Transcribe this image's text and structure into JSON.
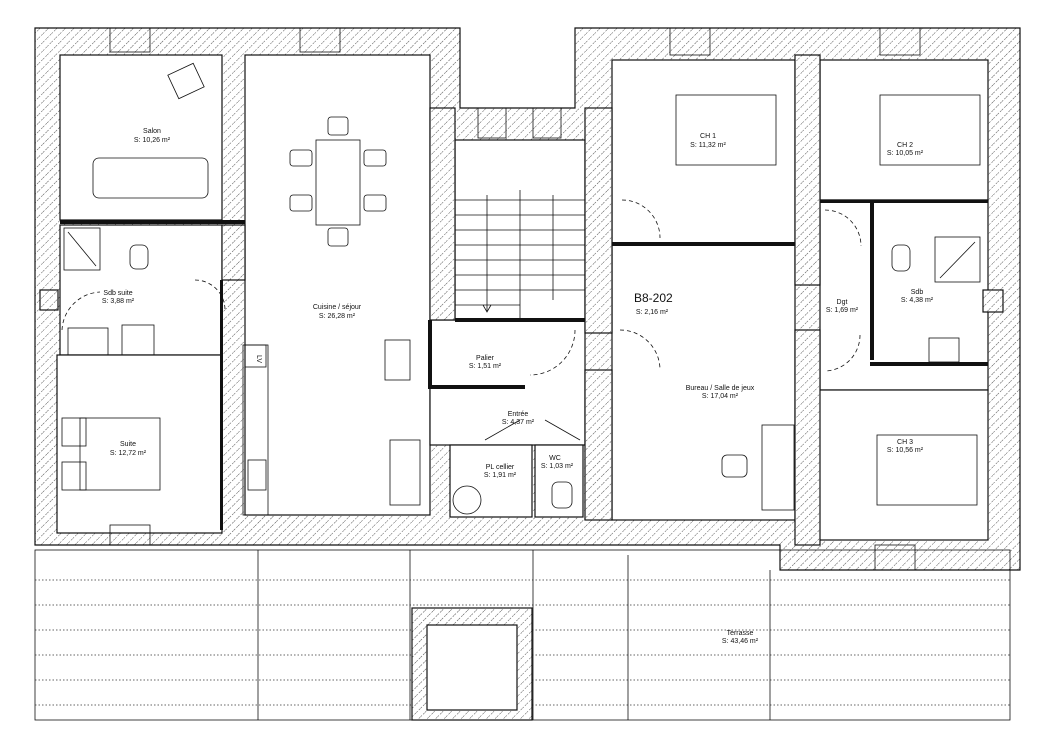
{
  "plan": {
    "unit_id": "B8-202",
    "unit_area": "S: 2,16 m²",
    "rooms": {
      "salon": {
        "name": "Salon",
        "area": "S: 10,26 m²"
      },
      "cuisine": {
        "name": "Cuisine / séjour",
        "area": "S: 26,28 m²"
      },
      "sdb_suite": {
        "name": "Sdb suite",
        "area": "S: 3,88 m²"
      },
      "suite": {
        "name": "Suite",
        "area": "S: 12,72 m²"
      },
      "palier": {
        "name": "Palier",
        "area": "S: 1,51 m²"
      },
      "entree": {
        "name": "Entrée",
        "area": "S: 4,37 m²"
      },
      "cellier": {
        "name": "PL cellier",
        "area": "S: 1,91 m²"
      },
      "wc": {
        "name": "WC",
        "area": "S: 1,03 m²"
      },
      "bureau": {
        "name": "Bureau / Salle de jeux",
        "area": "S: 17,04 m²"
      },
      "ch1": {
        "name": "CH 1",
        "area": "S: 11,32 m²"
      },
      "ch2": {
        "name": "CH 2",
        "area": "S: 10,05 m²"
      },
      "dgt": {
        "name": "Dgt",
        "area": "S: 1,69 m²"
      },
      "sdb": {
        "name": "Sdb",
        "area": "S: 4,38 m²"
      },
      "ch3": {
        "name": "CH 3",
        "area": "S: 10,56 m²"
      },
      "terrasse": {
        "name": "Terrasse",
        "area": "S: 43,46 m²"
      }
    },
    "appliance_lv": "LV"
  }
}
